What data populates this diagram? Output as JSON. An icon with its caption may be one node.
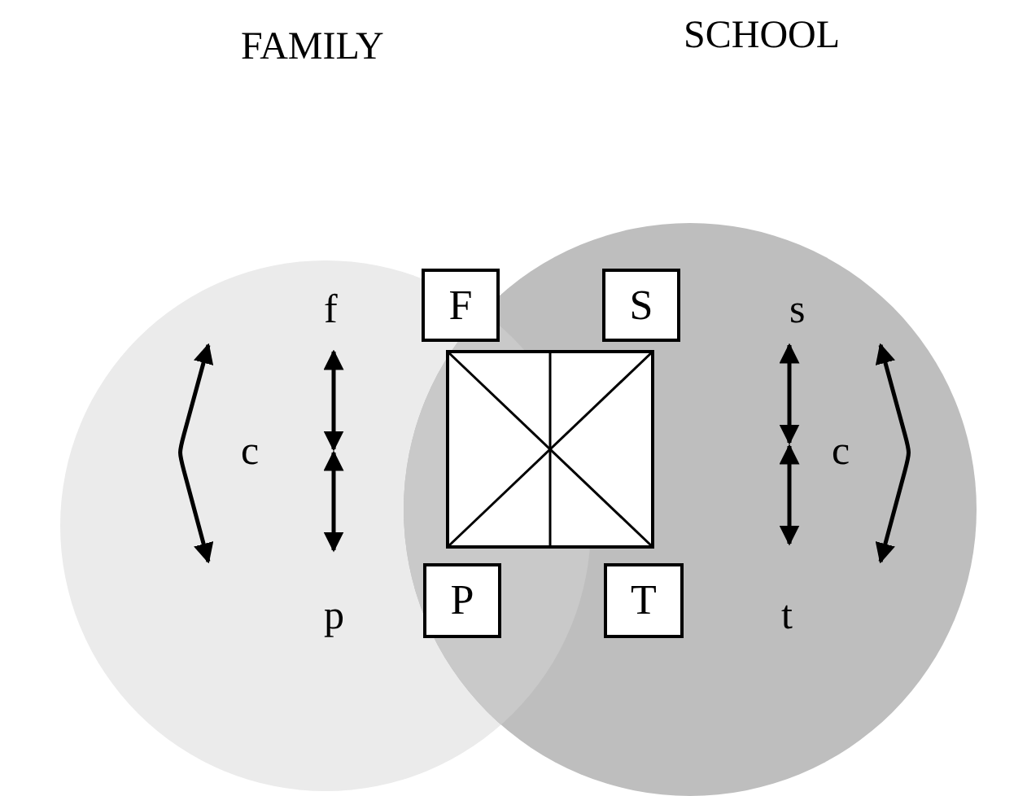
{
  "diagram": {
    "nodes": [
      {
        "text": [
          "FAMILY"
        ]
      },
      {
        "text": [
          "SCHOOL"
        ]
      },
      {
        "text": [
          "F"
        ]
      },
      {
        "text": [
          "S"
        ]
      },
      {
        "text": [],
        "shape": "box"
      },
      {
        "text": [
          "P"
        ]
      },
      {
        "text": [
          "T"
        ]
      }
    ],
    "labels": [
      "f",
      "c",
      "p",
      "s",
      "c",
      "t"
    ]
  }
}
